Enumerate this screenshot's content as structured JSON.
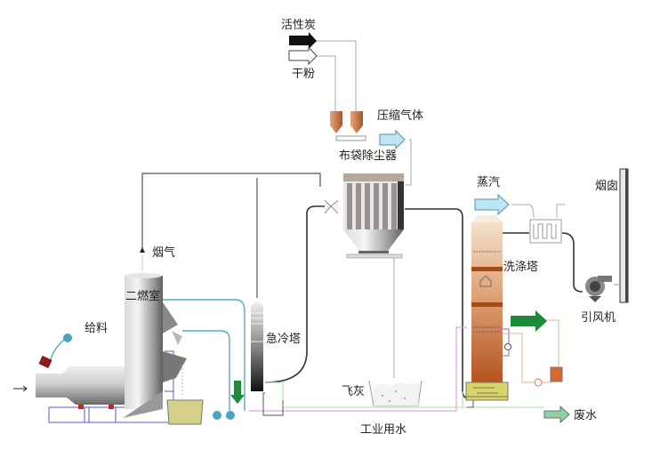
{
  "diagram": {
    "type": "process-flow",
    "labels": {
      "activated_carbon": "活性炭",
      "dry_powder": "干粉",
      "compressed_gas": "压缩气体",
      "baghouse": "布袋除尘器",
      "flue_gas": "烟气",
      "secondary_chamber": "二燃室",
      "feed": "给料",
      "quench_tower": "急冷塔",
      "fly_ash": "飞灰",
      "industrial_water": "工业用水",
      "steam": "蒸汽",
      "scrubber": "洗涤塔",
      "chimney": "烟囱",
      "induced_fan": "引风机",
      "waste_water": "废水"
    },
    "colors": {
      "pipe_dark": "#333333",
      "pipe_gray": "#9a9a9a",
      "pipe_blue": "#5aa7c0",
      "pipe_violet": "#d9a6e0",
      "pipe_green": "#a9dca9",
      "pipe_orange": "#e8b48e",
      "arrow_blue": "#bde6f5",
      "arrow_green": "#1e8a3a",
      "arrow_lightgreen": "#8fd1a5",
      "scrubber_brown": "#c2703e",
      "base_yellow": "#d9d46a",
      "hopper_copper": "#c8794a"
    }
  }
}
